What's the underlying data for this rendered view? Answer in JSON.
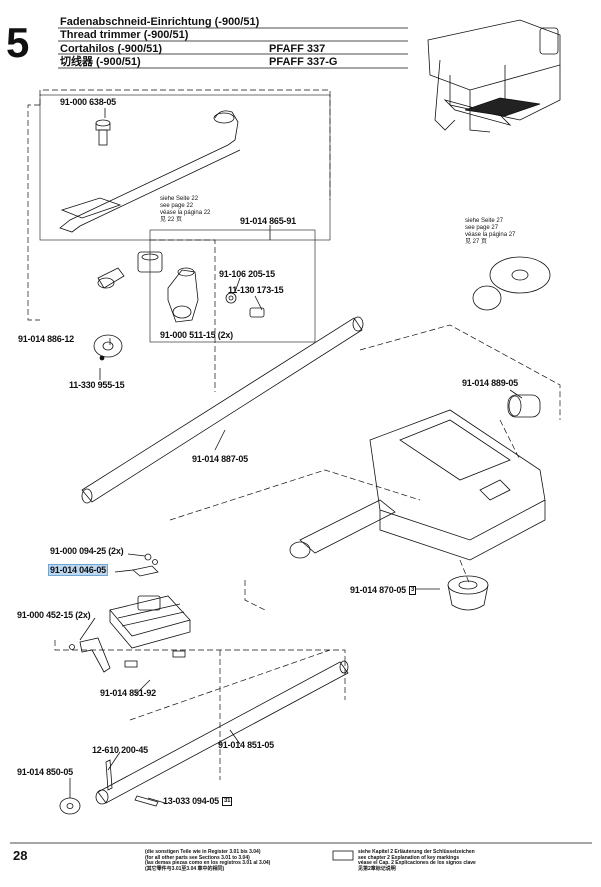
{
  "header": {
    "section_number": "5",
    "title_de": "Fadenabschneid-Einrichtung (-900/51)",
    "title_en": "Thread trimmer (-900/51)",
    "title_es": "Cortahilos (-900/51)",
    "title_zh": "切线器 (-900/51)",
    "model_1": "PFAFF 337",
    "model_2": "PFAFF 337-G"
  },
  "parts": {
    "p1": "91-000 638-05",
    "p2": "91-014 865-91",
    "p3": "91-106 205-15",
    "p4": "11-130 173-15",
    "p5": "91-000 511-15 (2x)",
    "p6": "91-014 886-12",
    "p7": "11-330 955-15",
    "p8": "91-014 889-05",
    "p9": "91-014 887-05",
    "p10": "91-000 094-25 (2x)",
    "p11": "91-014 046-05",
    "p12": "91-000 452-15 (2x)",
    "p13": "91-014 870-05",
    "p14": "91-014 851-92",
    "p15": "91-014 851-05",
    "p16": "12-610 200-45",
    "p17": "91-014 850-05",
    "p18": "13-033 094-05"
  },
  "ref_marks": {
    "p13_box": "3",
    "p18_box": "31"
  },
  "notes": {
    "see_page_22": [
      "siehe Seite 22",
      "see page 22",
      "véase la página 22",
      "见 22 页"
    ],
    "see_page_27": [
      "siehe Seite 27",
      "see page 27",
      "véase la página 27",
      "见 27 页"
    ]
  },
  "footer": {
    "page_number": "28",
    "left_lines": [
      "(die sonstigen Teile wie in Register 3.01 bis 3.04)",
      "(for all other parts see Sections 3.01 to 3.04)",
      "(las demas piezas como en los registros 3.01 al 3.04)",
      "(其它零件与3.01至3.04 章中的相同)"
    ],
    "right_lines": [
      "siehe Kapitel 2 Erläuterung der Schlüsselzeichen",
      "see chapter 2 Explanation of key markings",
      "véase el Cap. 2 Explicaciones de los signos clave",
      "见第2章标记说明"
    ]
  },
  "colors": {
    "highlight": "#bcd7ee",
    "ink": "#111111"
  }
}
